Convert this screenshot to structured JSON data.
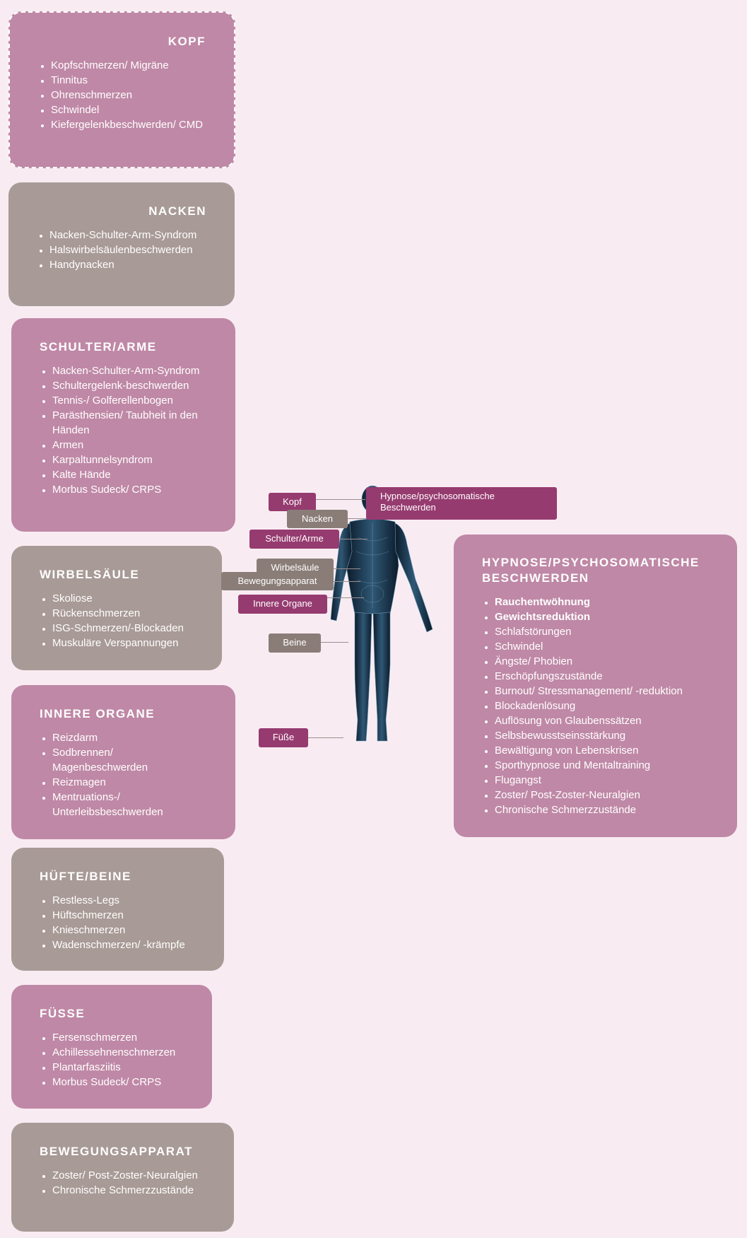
{
  "cards": {
    "kopf": {
      "title": "KOPF",
      "items": [
        "Kopfschmerzen/ Migräne",
        "Tinnitus",
        "Ohrenschmerzen",
        "Schwindel",
        "Kiefergelenkbeschwerden/ CMD"
      ]
    },
    "nacken": {
      "title": "NACKEN",
      "items": [
        "Nacken-Schulter-Arm-Syndrom",
        "Halswirbelsäulenbeschwerden",
        "Handynacken"
      ]
    },
    "schulter": {
      "title": "SCHULTER/ARME",
      "items": [
        "Nacken-Schulter-Arm-Syndrom",
        "Schultergelenk-beschwerden",
        "Tennis-/ Golferellenbogen",
        "Parästhensien/ Taubheit in den Händen",
        "Armen",
        "Karpaltunnelsyndrom",
        "Kalte Hände",
        "Morbus Sudeck/ CRPS"
      ]
    },
    "wirbel": {
      "title": "WIRBELSÄULE",
      "items": [
        "Skoliose",
        "Rückenschmerzen",
        "ISG-Schmerzen/-Blockaden",
        "Muskuläre Verspannungen"
      ]
    },
    "organe": {
      "title": "INNERE ORGANE",
      "items": [
        "Reizdarm",
        "Sodbrennen/ Magenbeschwerden",
        "Reizmagen",
        "Mentruations-/ Unterleibsbeschwerden"
      ]
    },
    "huefte": {
      "title": "HÜFTE/BEINE",
      "items": [
        "Restless-Legs",
        "Hüftschmerzen",
        "Knieschmerzen",
        "Wadenschmerzen/ -krämpfe"
      ]
    },
    "fuesse": {
      "title": "FÜSSE",
      "items": [
        "Fersenschmerzen",
        "Achillessehnenschmerzen",
        "Plantarfasziitis",
        "Morbus Sudeck/ CRPS"
      ]
    },
    "bewegung": {
      "title": "BEWEGUNGSAPPARAT",
      "items": [
        "Zoster/ Post-Zoster-Neuralgien",
        "Chronische Schmerzzustände"
      ]
    },
    "hypnose": {
      "title": "HYPNOSE/PSYCHOSOMATISCHE BESCHWERDEN",
      "items_bold": [
        "Rauchentwöhnung",
        "Gewichtsreduktion"
      ],
      "items": [
        "Schlafstörungen",
        "Schwindel",
        "Ängste/ Phobien",
        "Erschöpfungszustände",
        "Burnout/ Stressmanagement/ -reduktion",
        "Blockadenlösung",
        "Auflösung von Glaubenssätzen",
        "Selbsbewusstseinsstärkung",
        "Bewältigung von Lebenskrisen",
        "Sporthypnose und Mentaltraining",
        "Flugangst",
        "Zoster/ Post-Zoster-Neuralgien",
        "Chronische Schmerzzustände"
      ]
    }
  },
  "tags": {
    "kopf": "Kopf",
    "hypnose": "Hypnose/psychosomatische Beschwerden",
    "nacken": "Nacken",
    "schulter": "Schulter/Arme",
    "wirbel": "Wirbelsäule",
    "bewegung": "Bewegungsapparat",
    "organe": "Innere Organe",
    "beine": "Beine",
    "fuesse": "Füße"
  },
  "colors": {
    "card_pink": "#bf88a6",
    "card_grey": "#a89a96",
    "tag_pink": "#963b70",
    "tag_grey": "#8a7d78",
    "background": "#f8ecf2"
  }
}
